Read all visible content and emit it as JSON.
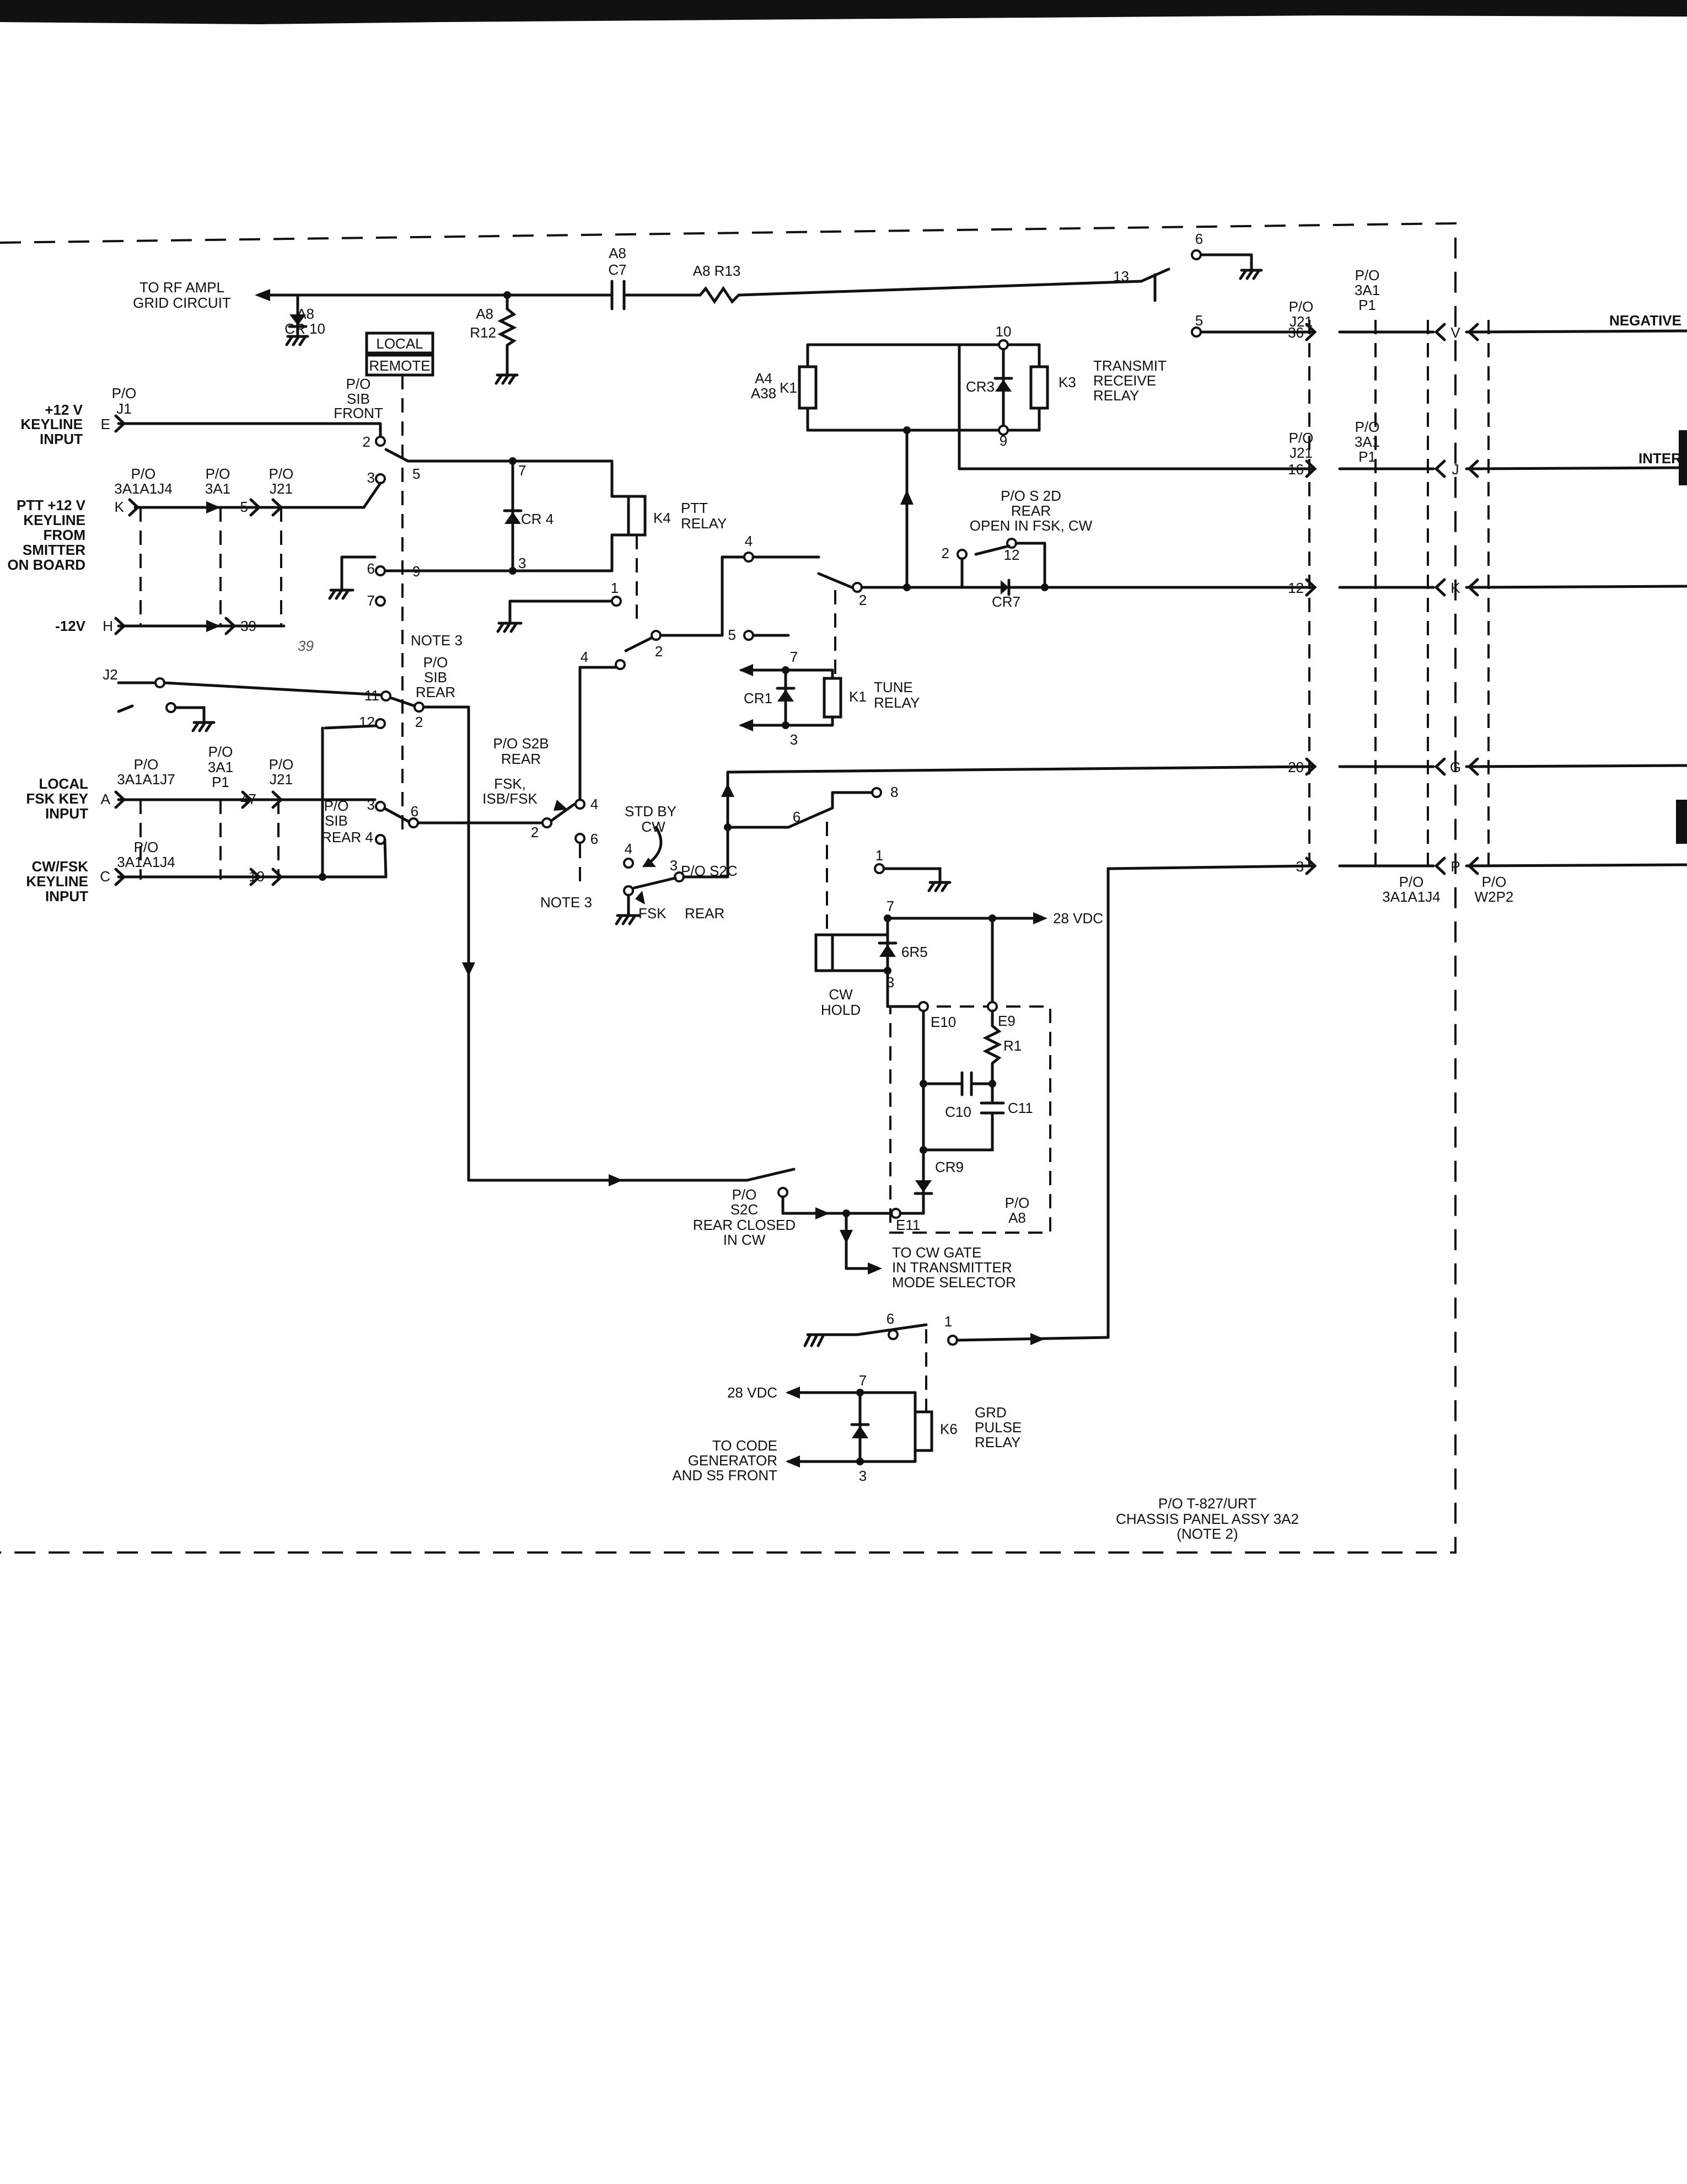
{
  "labels": {
    "to_rf_ampl_1": "TO RF AMPL",
    "to_rf_ampl_2": "GRID CIRCUIT",
    "a8_cr10_1": "A8",
    "a8_cr10_2": "CR 10",
    "a8_r12_1": "A8",
    "a8_r12_2": "R12",
    "a8_c7_1": "A8",
    "a8_c7_2": "C7",
    "a8_r13": "A8 R13",
    "local": "LOCAL",
    "remote": "REMOTE",
    "po_sib_front_1": "P/O",
    "po_sib_front_2": "SIB",
    "po_sib_front_3": "FRONT",
    "keyline_12v_1": "+12 V",
    "keyline_12v_2": "KEYLINE",
    "keyline_12v_3": "INPUT",
    "po_j1_1": "P/O",
    "po_j1_2": "J1",
    "ptt_1": "PTT +12 V",
    "ptt_2": "KEYLINE",
    "ptt_3": "FROM",
    "ptt_4": "SMITTER",
    "ptt_5": "ON BOARD",
    "minus12v": "-12V",
    "po_3a1a1j4": "P/O",
    "po_3a1a1j4_2": "3A1A1J4",
    "po_3a1_1": "P/O",
    "po_3a1_2": "3A1",
    "po_j21_1": "P/O",
    "po_j21_2": "J21",
    "cr4": "CR 4",
    "k4_1": "K4",
    "k4_2": "PTT",
    "k4_3": "RELAY",
    "note3": "NOTE 3",
    "po_sib_rear_1": "P/O",
    "po_sib_rear_2": "SIB",
    "po_sib_rear_3": "REAR",
    "j2": "J2",
    "local_fsk_1": "LOCAL",
    "local_fsk_2": "FSK KEY",
    "local_fsk_3": "INPUT",
    "cwfsk_1": "CW/FSK",
    "cwfsk_2": "KEYLINE",
    "cwfsk_3": "INPUT",
    "po_3a1a1j7_1": "P/O",
    "po_3a1a1j7_2": "3A1A1J7",
    "po_3a1p1_1": "P/O",
    "po_3a1p1_2": "3A1",
    "po_3a1p1_3": "P1",
    "po_sib_rear4_1": "P/O",
    "po_sib_rear4_2": "SIB",
    "po_sib_rear4_3": "REAR 4",
    "po_s2b_1": "P/O S2B",
    "po_s2b_2": "REAR",
    "fsk_isb_1": "FSK,",
    "fsk_isb_2": "ISB/FSK",
    "stdby_1": "STD BY",
    "stdby_2": "CW",
    "fsk": "FSK",
    "po_s2c": "P/O  S2C",
    "rear": "REAR",
    "note3b": "NOTE 3",
    "a4_1": "A4",
    "a4_2": "A38",
    "k1": "K1",
    "cr3": "CR3",
    "k3": "K3",
    "transmit_1": "TRANSMIT",
    "transmit_2": "RECEIVE",
    "transmit_3": "RELAY",
    "po_s2d_1": "P/O S 2D",
    "po_s2d_2": "REAR",
    "po_s2d_3": "OPEN IN FSK, CW",
    "cr7": "CR7",
    "cr1": "CR1",
    "k1b": "K1",
    "tune_1": "TUNE",
    "tune_2": "RELAY",
    "vdc28": "28 VDC",
    "sixr5": "6R5",
    "cw_hold_1": "CW",
    "cw_hold_2": "HOLD",
    "e10": "E10",
    "e9": "E9",
    "r1": "R1",
    "c10": "C10",
    "c11": "C11",
    "cr9": "CR9",
    "po_a8_1": "P/O",
    "po_a8_2": "A8",
    "e11": "E11",
    "s2c_1": "P/O",
    "s2c_2": "S2C",
    "s2c_3": "REAR CLOSED",
    "s2c_4": "IN CW",
    "cw_gate_1": "TO CW GATE",
    "cw_gate_2": "IN TRANSMITTER",
    "cw_gate_3": "MODE SELECTOR",
    "vdc28b": "28 VDC",
    "code_gen_1": "TO CODE",
    "code_gen_2": "GENERATOR",
    "code_gen_3": "AND S5 FRONT",
    "k6": "K6",
    "grd_1": "GRD",
    "grd_2": "PULSE",
    "grd_3": "RELAY",
    "chassis_1": "P/O  T-827/URT",
    "chassis_2": "CHASSIS  PANEL ASSY 3A2",
    "chassis_3": "(NOTE 2)",
    "po_j21_r1": "P/O",
    "po_j21_r2": "J21",
    "po_3a1p1_r1": "P/O",
    "po_3a1p1_r2": "3A1",
    "po_3a1p1_r3": "P1",
    "po_3a1a1j4_b1": "P/O",
    "po_3a1a1j4_b2": "3A1A1J4",
    "po_w2p2_1": "P/O",
    "po_w2p2_2": "W2P2",
    "negative": "NEGATIVE",
    "inter": "INTER",
    "handwritten": "39"
  },
  "pins": {
    "e": "E",
    "k": "K",
    "h": "H",
    "a": "A",
    "c": "C",
    "v": "V",
    "j": "J",
    "kk": "K",
    "g": "G",
    "p": "P",
    "n36": "36",
    "n16": "16",
    "n12": "12",
    "n20": "20",
    "n3": "3",
    "n5": "5",
    "n39": "39",
    "n47": "47",
    "n19": "19",
    "n13": "13",
    "n6a": "6",
    "n5a": "5",
    "n10": "10",
    "n9": "9",
    "n4": "4",
    "n2": "2",
    "n5b": "5",
    "n2b": "2",
    "n12b": "12",
    "n7": "7",
    "n3b": "3",
    "n8": "8",
    "n6b": "6",
    "n1": "1",
    "n7b": "7",
    "n3c": "3",
    "n6c": "6",
    "n1b": "1",
    "n7c": "7",
    "n3d": "3",
    "s2": "2",
    "s3": "3",
    "s5": "5",
    "s6": "6",
    "s9": "9",
    "s7": "7",
    "s7b": "7",
    "s3b": "3",
    "s11": "11",
    "s12": "12",
    "s2r": "2",
    "s3r": "3",
    "s6r": "6",
    "k1a": "1",
    "k4a": "4",
    "k2a": "2",
    "sw4": "4",
    "sw2": "2",
    "sw6": "6",
    "sw4b": "4",
    "sw3": "3"
  }
}
